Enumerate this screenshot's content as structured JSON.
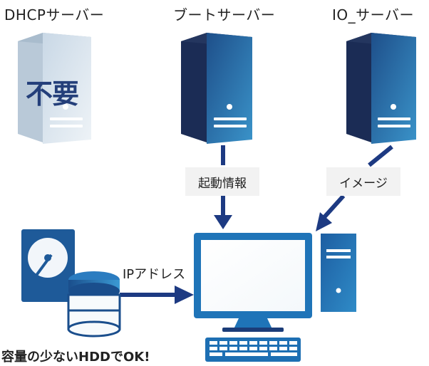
{
  "servers": {
    "dhcp": {
      "title": "DHCPサーバー",
      "status": "不要"
    },
    "boot": {
      "title": "ブートサーバー"
    },
    "io": {
      "title": "IO_サーバー"
    }
  },
  "flows": {
    "boot_info": "起動情報",
    "image": "イメージ",
    "ip_address": "IPアドレス"
  },
  "caption": "容量の少ないHDDでOK!",
  "colors": {
    "server_front": "#2a6ba6",
    "server_side": "#1b2c55",
    "server_top": "#24365f",
    "disabled_server": "#dce7ef",
    "arrow": "#1d3a82",
    "monitor_frame": "#1f74b8",
    "flow_box_bg": "#f2f2f2"
  }
}
